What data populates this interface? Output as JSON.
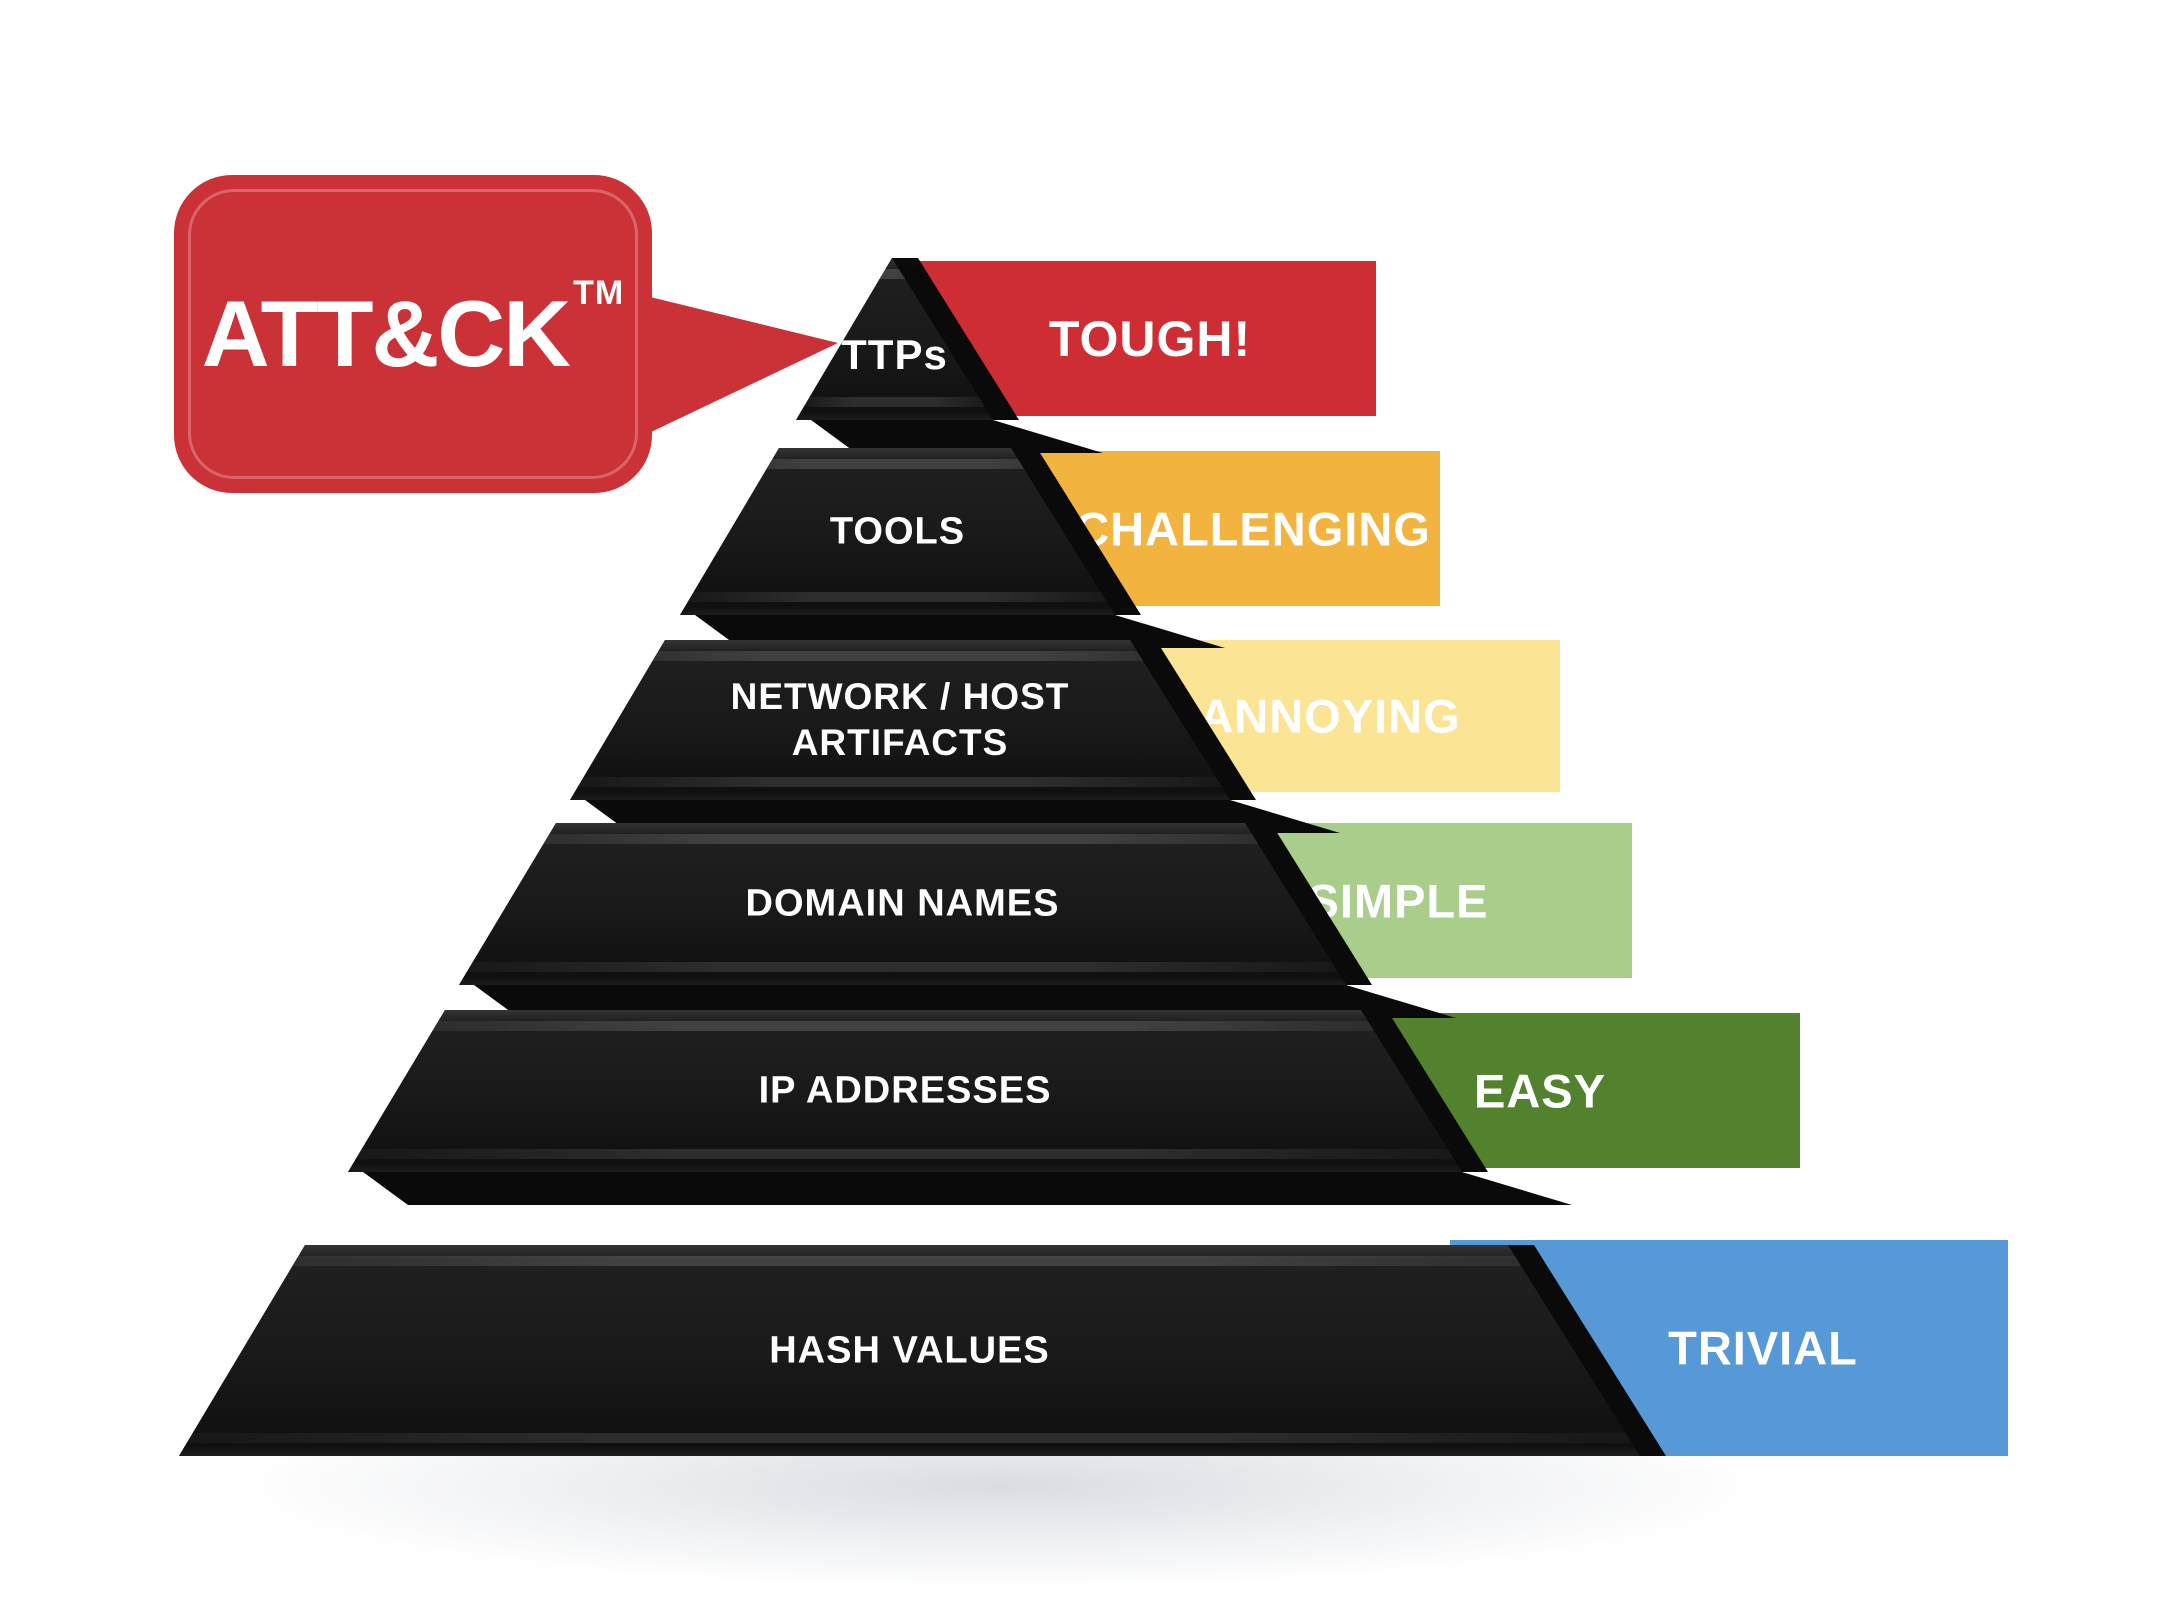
{
  "callout": {
    "label": "ATT&CK",
    "trademark": "TM",
    "color": "#CB3237"
  },
  "pyramid": {
    "surface_color": "#1A1A1A",
    "levels": [
      {
        "id": "ttps",
        "indicator": "TTPs",
        "difficulty": "TOUGH!",
        "band_color": "#CE2D33"
      },
      {
        "id": "tools",
        "indicator": "TOOLS",
        "difficulty": "CHALLENGING",
        "band_color": "#F2B43E"
      },
      {
        "id": "network-host-artifacts",
        "indicator": "NETWORK / HOST ARTIFACTS",
        "difficulty": "ANNOYING",
        "band_color": "#FBE493"
      },
      {
        "id": "domain-names",
        "indicator": "DOMAIN NAMES",
        "difficulty": "SIMPLE",
        "band_color": "#A9CE8C"
      },
      {
        "id": "ip-addresses",
        "indicator": "IP ADDRESSES",
        "difficulty": "EASY",
        "band_color": "#53822F"
      },
      {
        "id": "hash-values",
        "indicator": "HASH VALUES",
        "difficulty": "TRIVIAL",
        "band_color": "#5799D6"
      }
    ]
  }
}
